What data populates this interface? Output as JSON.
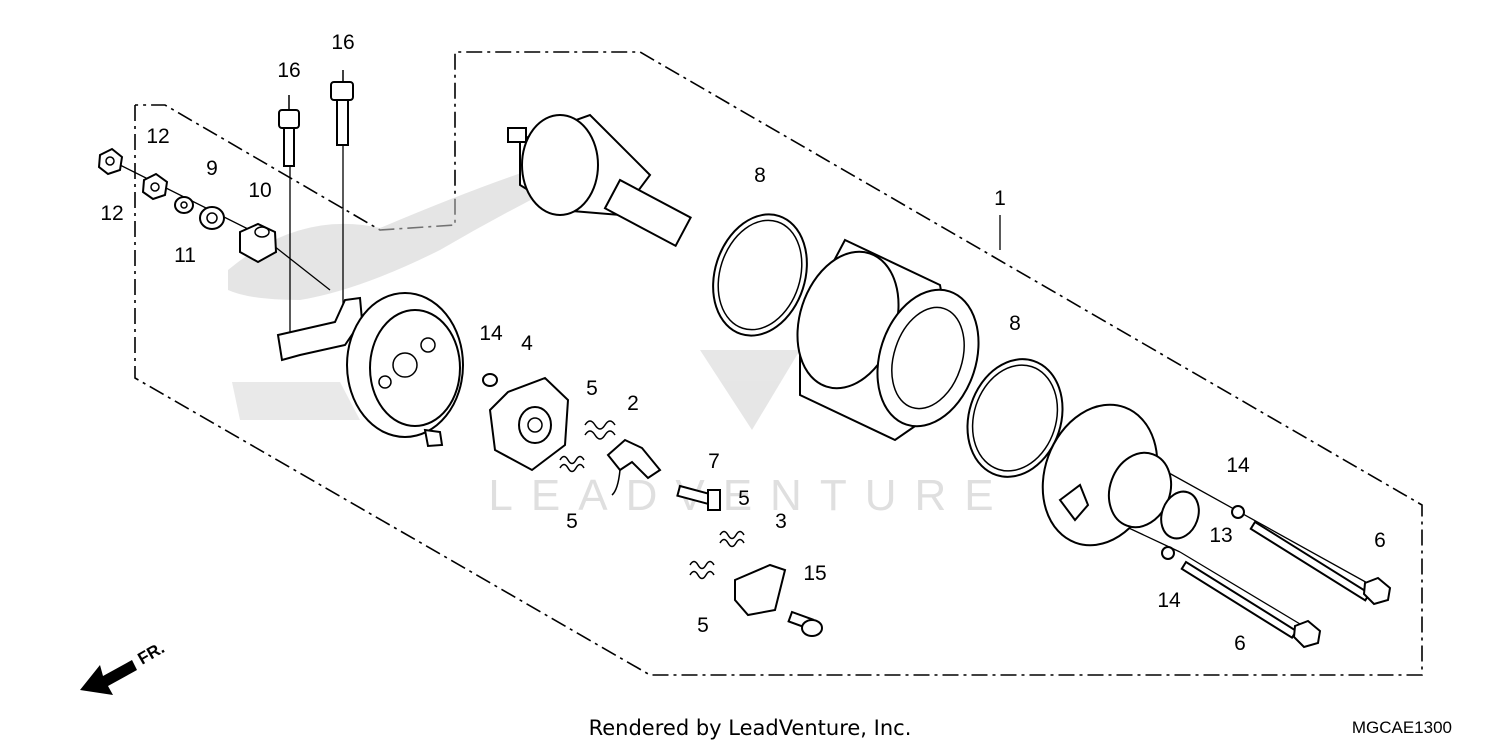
{
  "watermark_text": "LEADVENTURE",
  "fr_label": "FR.",
  "footer": {
    "credit": "Rendered by LeadVenture, Inc.",
    "diagram_code": "MGCAE1300"
  },
  "callouts": {
    "c1": "1",
    "c2": "2",
    "c3": "3",
    "c4": "4",
    "c5a": "5",
    "c5b": "5",
    "c5c": "5",
    "c5d": "5",
    "c6a": "6",
    "c6b": "6",
    "c7": "7",
    "c8a": "8",
    "c8b": "8",
    "c9": "9",
    "c10": "10",
    "c11": "11",
    "c12a": "12",
    "c12b": "12",
    "c13": "13",
    "c14a": "14",
    "c14b": "14",
    "c14c": "14",
    "c15": "15",
    "c16a": "16",
    "c16b": "16"
  }
}
